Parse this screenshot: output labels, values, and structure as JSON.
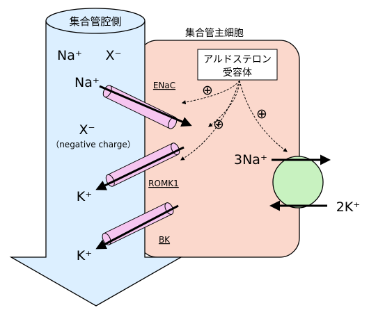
{
  "colors": {
    "lumen_fill": "#dcefff",
    "cell_fill": "#fbd8cc",
    "channel_fill": "#f6c5f0",
    "pump_fill": "#c8f2c0",
    "stroke": "#000000"
  },
  "lumen": {
    "title": "集合管腔側",
    "na_label": "Na⁺",
    "x_label": "X⁻"
  },
  "cell": {
    "title": "集合管主細胞"
  },
  "receptor": {
    "line1": "アルドステロン",
    "line2": "受容体"
  },
  "plus_sign": "⊕",
  "channels": {
    "enac_label": "ENaC",
    "romk1_label": "ROMK1",
    "bk_label": "BK"
  },
  "ions": {
    "na_enac": "Na⁺",
    "x_minus": "X⁻",
    "x_note": "（negative charge）",
    "k_romk": "K⁺",
    "k_bk": "K⁺"
  },
  "pump": {
    "na_label": "3Na⁺",
    "k_label": "2K⁺"
  }
}
